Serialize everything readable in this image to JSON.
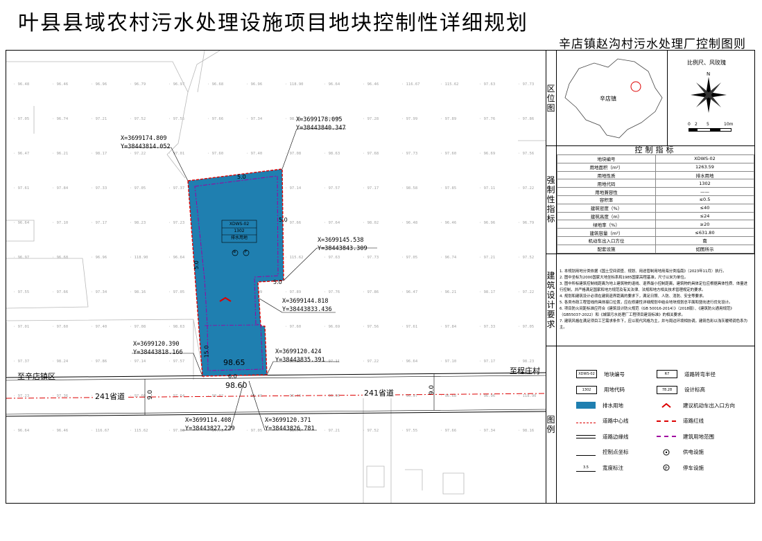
{
  "header": {
    "title": "叶县县域农村污水处理设施项目地块控制性详细规划",
    "subtitle": "辛店镇赵沟村污水处理厂控制图则"
  },
  "location": {
    "label": "区位图",
    "town": "辛店镇",
    "compass_scale_title": "比例尺、风玫瑰",
    "north": "N",
    "scale_ticks": [
      "0",
      "2",
      "5",
      "10m"
    ]
  },
  "control": {
    "label": "强制性指标",
    "heading": "控制指标",
    "rows": [
      [
        "地块编号",
        "XDWS-02"
      ],
      [
        "用地面积（m²）",
        "1263.59"
      ],
      [
        "用地性质",
        "排水用地"
      ],
      [
        "用地代码",
        "1302"
      ],
      [
        "用地兼容性",
        "——"
      ],
      [
        "容积率",
        "≤0.5"
      ],
      [
        "建筑密度（%）",
        "≤40"
      ],
      [
        "建筑高度（m）",
        "≤24"
      ],
      [
        "绿地率（%）",
        "≥20"
      ],
      [
        "建筑容量（m²）",
        "≤631.80"
      ],
      [
        "机动车出入口方位",
        "南"
      ],
      [
        "配套设施",
        "如图所示"
      ]
    ]
  },
  "requirements": {
    "label": "建筑设计要求",
    "items": [
      "1. 本规划用地分类依据《国土空间调查、规划、用途管制用地用海分类指南》（2023年11月）执行。",
      "2. 图中坐标为2000国家大地坐标系和1985国家高程基准，尺寸以米为单位。",
      "3. 图中所标建筑控制线距离为地上建筑物的退线、退界最小控制距离，建筑物的具体定位应根据具体性质、体量进行控制，并严格满足国家和地方规范及有关法律、法规和地方相关技术管理规定的要求。",
      "4. 规划和建筑设计必须在建筑退界距离的要求下，满足日照、人防、消防、安全等要求。",
      "5. 各类市政工程管线的具体接口位置，应在修建性详细规划中结合地块规划总平面和竖向进行优化设计。",
      "6. 项目防火间距标准应符合《建筑设计防火规范（GB 50016-2014）》（2018版）、《建筑防火通用规范》（GB55037-2022）和《城镇污水处理厂工程项目建设标准》的相关要求。",
      "7. 建筑风格在满足项目工艺需求条件下，应以现代风格为主，并与周边环境相协调，建筑色彩以浅灰暖明调色系为主。"
    ]
  },
  "legend": {
    "label": "图例",
    "items": [
      {
        "sym": "code",
        "box": "XDWS-02",
        "text": "地块编号"
      },
      {
        "sym": "radius",
        "box": "R7",
        "text": "道路转弯半径"
      },
      {
        "sym": "box",
        "box": "1302",
        "text": "用地代码"
      },
      {
        "sym": "elev",
        "box": "78.28",
        "text": "设计标高"
      },
      {
        "sym": "fill",
        "box": "",
        "text": "排水用地"
      },
      {
        "sym": "entrance",
        "box": "",
        "text": "建议机动车出入口方向"
      },
      {
        "sym": "centerline",
        "box": "",
        "text": "道路中心线"
      },
      {
        "sym": "redline",
        "box": "",
        "text": "道路红线"
      },
      {
        "sym": "edgeline",
        "box": "",
        "text": "道路边缘线"
      },
      {
        "sym": "setback",
        "box": "",
        "text": "建筑用地范围"
      },
      {
        "sym": "ctrlpt",
        "box": "",
        "text": "控制点坐标"
      },
      {
        "sym": "power",
        "box": "",
        "text": "供电设施"
      },
      {
        "sym": "width",
        "box": "3.5",
        "text": "宽度标注"
      },
      {
        "sym": "parking",
        "box": "",
        "text": "停车设施"
      }
    ]
  },
  "map": {
    "parcel": {
      "code": "XDWS-02",
      "landcode": "1302",
      "use": "排水用地"
    },
    "coords": [
      {
        "x": "X=3699174.809",
        "y": "Y=38443814.052"
      },
      {
        "x": "X=3699178.095",
        "y": "Y=38443840.347"
      },
      {
        "x": "X=3699145.538",
        "y": "Y=38443843.309"
      },
      {
        "x": "X=3699144.818",
        "y": "Y=38443833.436"
      },
      {
        "x": "X=3699120.390",
        "y": "Y=38443818.166"
      },
      {
        "x": "X=3699120.424",
        "y": "Y=38443835.391"
      },
      {
        "x": "X=3699114.408",
        "y": "Y=38443827.229"
      },
      {
        "x": "X=3699120.371",
        "y": "Y=38443826.781"
      }
    ],
    "road_west": "至辛店镇区",
    "road_east": "至程庄村",
    "road_name": "241省道",
    "road_width": "9.0",
    "elev_top": "98.65",
    "elev_bottom": "98.60",
    "setbacks": [
      "5.0",
      "5.0",
      "5.0",
      "5.0",
      "15.0",
      "6.0"
    ],
    "grid_values": [
      "96.48",
      "96.46",
      "96.96",
      "96.79",
      "96.97",
      "96.68",
      "96.96",
      "118.90",
      "96.64",
      "96.46",
      "116.67",
      "115.62",
      "97.63",
      "97.73",
      "97.05",
      "96.74",
      "97.21",
      "97.52",
      "97.55",
      "97.66",
      "97.34",
      "98.16",
      "97.05",
      "97.28",
      "97.99",
      "97.89",
      "97.76",
      "97.86",
      "96.47",
      "96.21",
      "98.17",
      "97.22",
      "97.01",
      "97.60",
      "97.40",
      "97.08",
      "98.63",
      "97.68",
      "97.73",
      "97.60",
      "96.69",
      "97.56",
      "97.61",
      "97.84",
      "97.33",
      "97.05",
      "97.37",
      "98.24",
      "97.86",
      "97.14",
      "97.57",
      "97.17",
      "98.58",
      "97.85",
      "97.11",
      "97.22",
      "96.64",
      "97.10",
      "97.17",
      "98.23",
      "97.23",
      "97.36",
      "97.51",
      "97.66",
      "97.64",
      "98.02"
    ]
  }
}
